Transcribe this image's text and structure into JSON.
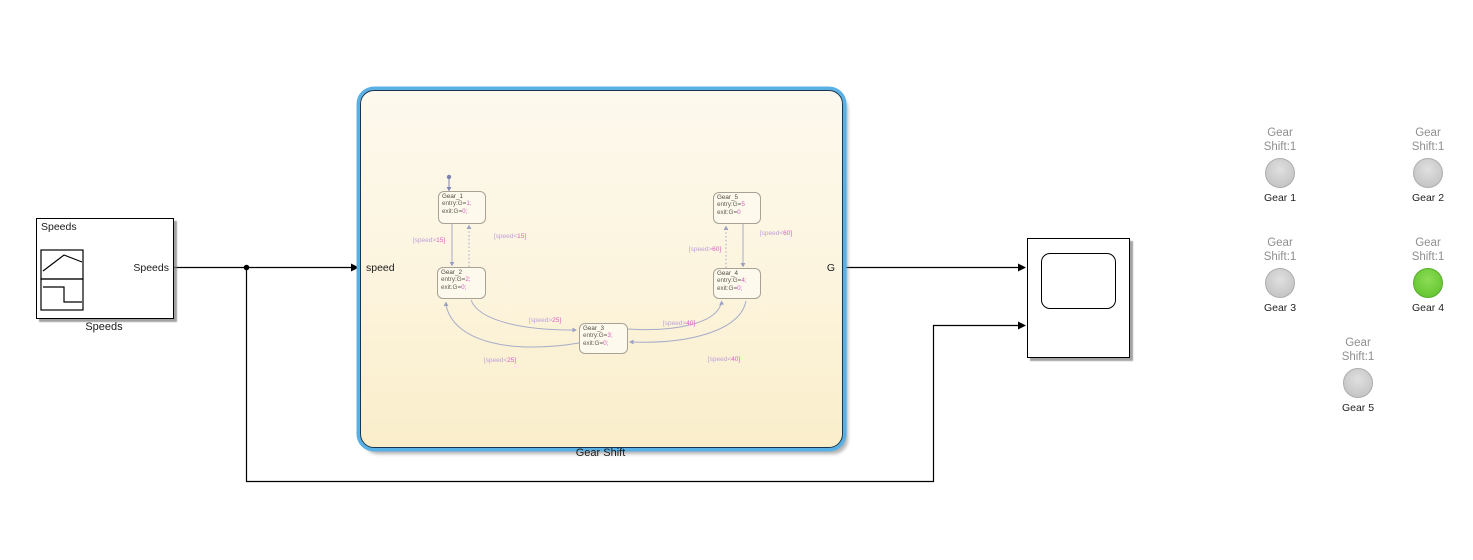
{
  "speeds_block": {
    "title": "Speeds",
    "port_label": "Speeds",
    "name": "Speeds"
  },
  "chart": {
    "name": "Gear Shift",
    "input_port": "speed",
    "output_port": "G",
    "border_color": "#58b0e5",
    "fill_top": "#fdf9ee",
    "fill_bottom": "#faeeca",
    "states": [
      {
        "name": "Gear_1",
        "entry": "entry:G=",
        "entry_val": "1;",
        "exit": "exit:G=",
        "exit_val": "0;"
      },
      {
        "name": "Gear_2",
        "entry": "entry:G=",
        "entry_val": "2;",
        "exit": "exit:G=",
        "exit_val": "0;"
      },
      {
        "name": "Gear_3",
        "entry": "entry:G=",
        "entry_val": "3;",
        "exit": "exit:G=",
        "exit_val": "0;"
      },
      {
        "name": "Gear_4",
        "entry": "entry:G=",
        "entry_val": "4;",
        "exit": "exit:G=",
        "exit_val": "0;"
      },
      {
        "name": "Gear_5",
        "entry": "entry:G=",
        "entry_val": "5",
        "exit": "exit:G=",
        "exit_val": "0"
      }
    ],
    "transitions": [
      {
        "prefix": "[speed>",
        "value": "15]"
      },
      {
        "prefix": "[speed<",
        "value": "15]"
      },
      {
        "prefix": "[speed>",
        "value": "25]"
      },
      {
        "prefix": "[speed<",
        "value": "25]"
      },
      {
        "prefix": "[speed>",
        "value": "40]"
      },
      {
        "prefix": "[speed<",
        "value": "40]"
      },
      {
        "prefix": "[speed>",
        "value": "60]"
      },
      {
        "prefix": "[speed<",
        "value": "60]"
      }
    ],
    "transition_line_color": "#a7abc9",
    "transition_label_color": "#bfa0da",
    "transition_value_color": "#e05cc8"
  },
  "lamps": [
    {
      "title_line1": "Gear",
      "title_line2": "Shift:1",
      "label": "Gear 1",
      "state": "off"
    },
    {
      "title_line1": "Gear",
      "title_line2": "Shift:1",
      "label": "Gear 2",
      "state": "off"
    },
    {
      "title_line1": "Gear",
      "title_line2": "Shift:1",
      "label": "Gear 3",
      "state": "off"
    },
    {
      "title_line1": "Gear",
      "title_line2": "Shift:1",
      "label": "Gear 4",
      "state": "on"
    },
    {
      "title_line1": "Gear",
      "title_line2": "Shift:1",
      "label": "Gear 5",
      "state": "off"
    }
  ],
  "lamp_on_color": "#6ecb3a",
  "lamp_off_color": "#c9c9c9"
}
